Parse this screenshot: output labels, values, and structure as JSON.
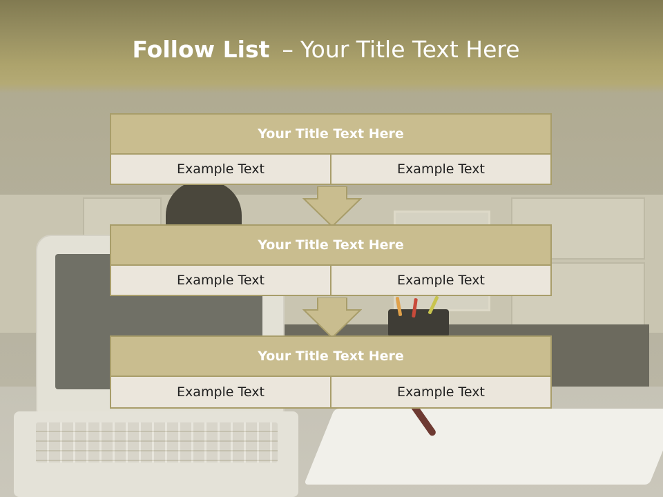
{
  "slide": {
    "title_bold": "Follow List",
    "title_dash": "–",
    "title_rest": "Your Title Text Here"
  },
  "steps": [
    {
      "title": "Your Title Text Here",
      "cells": [
        "Example Text",
        "Example Text"
      ]
    },
    {
      "title": "Your Title Text Here",
      "cells": [
        "Example Text",
        "Example Text"
      ]
    },
    {
      "title": "Your Title Text Here",
      "cells": [
        "Example Text",
        "Example Text"
      ]
    }
  ],
  "colors": {
    "header_gradient_top": "#817a51",
    "step_title_fill": "#c9bd8f",
    "step_border": "#a89d6a",
    "cell_fill": "#ebe6dc"
  }
}
